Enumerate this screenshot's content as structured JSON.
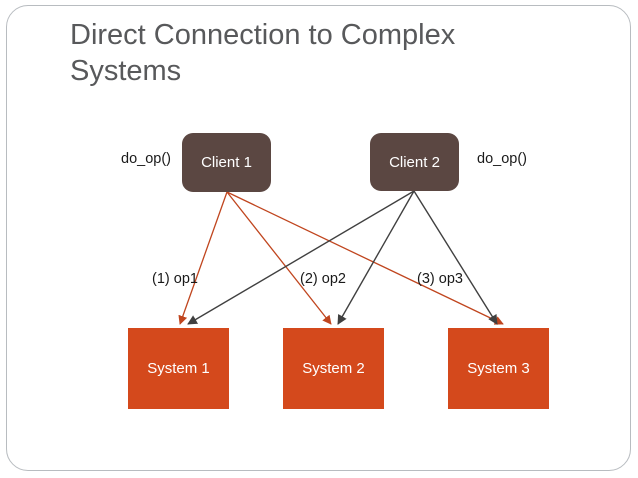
{
  "slide": {
    "title": "Direct Connection to Complex\nSystems",
    "title_color": "#58595B",
    "background_color": "#FFFFFF",
    "frame_color": "#B8BCC0"
  },
  "colors": {
    "client_fill": "#5B4742",
    "system_fill": "#D4491C",
    "client1_arrow": "#C0451E",
    "client2_arrow": "#404040",
    "node_text": "#FFFFFF",
    "label_text": "#1A1A1A"
  },
  "clients": [
    {
      "id": "client-1",
      "label": "Client 1",
      "call_label": "do_op()"
    },
    {
      "id": "client-2",
      "label": "Client 2",
      "call_label": "do_op()"
    }
  ],
  "systems": [
    {
      "id": "system-1",
      "label": "System 1"
    },
    {
      "id": "system-2",
      "label": "System 2"
    },
    {
      "id": "system-3",
      "label": "System 3"
    }
  ],
  "operations": [
    {
      "id": "op1",
      "label": "(1) op1"
    },
    {
      "id": "op2",
      "label": "(2) op2"
    },
    {
      "id": "op3",
      "label": "(3) op3"
    }
  ]
}
